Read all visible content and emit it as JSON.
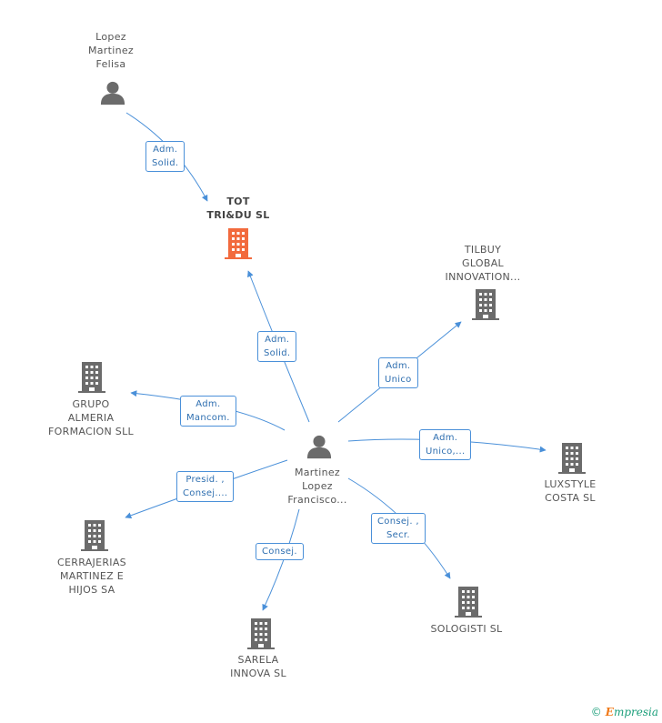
{
  "colors": {
    "edge": "#4a90d9",
    "person_icon": "#6b6b6b",
    "company_icon": "#6b6b6b",
    "focus_company_icon": "#f26a3d"
  },
  "nodes": {
    "lopez_martinez_felisa": {
      "label": "Lopez\nMartinez\nFelisa",
      "icon": "person-icon"
    },
    "tot_tridu": {
      "label": "TOT\nTRI&DU SL",
      "icon": "building-icon"
    },
    "tilbuy": {
      "label": "TILBUY\nGLOBAL\nINNOVATION...",
      "icon": "building-icon"
    },
    "grupo_almeria": {
      "label": "GRUPO\nALMERIA\nFORMACION SLL",
      "icon": "building-icon"
    },
    "martinez_lopez": {
      "label": "Martinez\nLopez\nFrancisco...",
      "icon": "person-icon"
    },
    "luxstyle": {
      "label": "LUXSTYLE\nCOSTA SL",
      "icon": "building-icon"
    },
    "cerrajerias": {
      "label": "CERRAJERIAS\nMARTINEZ E\nHIJOS SA",
      "icon": "building-icon"
    },
    "sologisti": {
      "label": "SOLOGISTI SL",
      "icon": "building-icon"
    },
    "sarela": {
      "label": "SARELA\nINNOVA SL",
      "icon": "building-icon"
    }
  },
  "edges": {
    "felisa_to_tot": "Adm.\nSolid.",
    "martinez_to_tot": "Adm.\nSolid.",
    "martinez_to_tilbuy": "Adm.\nUnico",
    "martinez_to_grupo": "Adm.\nMancom.",
    "martinez_to_luxstyle": "Adm.\nUnico,...",
    "martinez_to_cerrajerias": "Presid. ,\nConsej....",
    "martinez_to_sologisti": "Consej. ,\nSecr.",
    "martinez_to_sarela": "Consej."
  },
  "footer": {
    "copyright": "©",
    "brand_initial": "E",
    "brand_rest": "mpresia"
  }
}
